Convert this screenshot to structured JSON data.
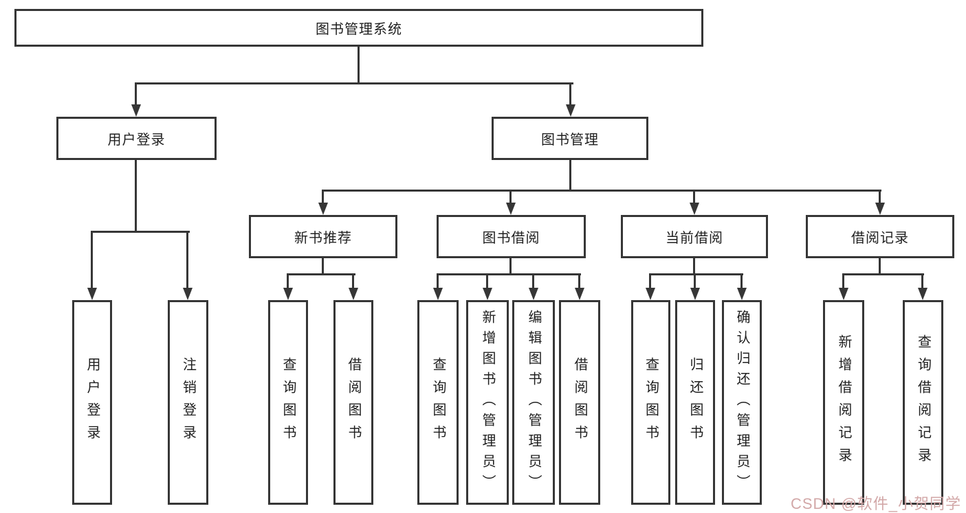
{
  "diagram": {
    "root_label": "图书管理系统",
    "watermark": "CSDN @软件_小贺同学",
    "colors": {
      "line": "#363636",
      "text": "#1f1f1f",
      "watermark": "#d2a7a7",
      "background": "#ffffff"
    },
    "user_login": {
      "label": "用户登录",
      "children": [
        "用户登录",
        "注销登录"
      ]
    },
    "book_mgmt": {
      "label": "图书管理",
      "new_books": {
        "label": "新书推荐",
        "children": [
          "查询图书",
          "借阅图书"
        ]
      },
      "borrow": {
        "label": "图书借阅",
        "children": [
          "查询图书",
          "新增图书（管理员）",
          "编辑图书（管理员）",
          "借阅图书"
        ]
      },
      "current": {
        "label": "当前借阅",
        "children": [
          "查询图书",
          "归还图书",
          "确认归还（管理员）"
        ]
      },
      "records": {
        "label": "借阅记录",
        "children": [
          "新增借阅记录",
          "查询借阅记录"
        ]
      }
    }
  }
}
